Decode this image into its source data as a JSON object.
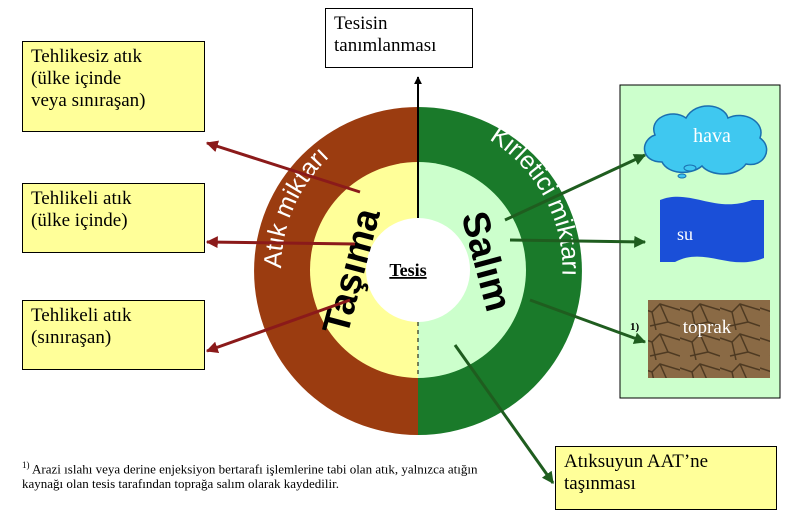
{
  "center_label": "Tesis",
  "top_box": [
    "Tesisin",
    "tanımlanması"
  ],
  "left_boxes": [
    [
      "Tehlikesiz atık",
      "(ülke içinde",
      "veya sınıraşan)"
    ],
    [
      "Tehlikeli atık",
      "(ülke içinde)"
    ],
    [
      "Tehlikeli atık",
      "(sınıraşan)"
    ]
  ],
  "wastewater_box": [
    "Atıksuyun AAT’ne",
    "taşınması"
  ],
  "ring": {
    "left_outer_label": "Atık miktarı",
    "right_outer_label": "Kirletici miktarı",
    "left_inner_label": "Taşıma",
    "right_inner_label": "Salım"
  },
  "media": {
    "air": "hava",
    "water": "su",
    "soil": "toprak",
    "soil_note": "1)"
  },
  "footnote": {
    "marker": "1)",
    "text": "Arazi ıslahı veya derine enjeksiyon bertarafı işlemlerine tabi olan atık, yalnızca atığın kaynağı olan tesis tarafından toprağa salım olarak kaydedilir."
  },
  "colors": {
    "left_ring": "#9b3c10",
    "right_ring": "#1a7a2a",
    "left_inner": "#ffff99",
    "right_inner": "#ccffcc",
    "boxes": "#ffff99",
    "panel": "#ccffcc",
    "red_arrows": "#8b1a1a",
    "green_arrows": "#1f5d1f",
    "air": "#3fc8f0",
    "water": "#1a4fd8",
    "soil": "#8a6a45"
  }
}
